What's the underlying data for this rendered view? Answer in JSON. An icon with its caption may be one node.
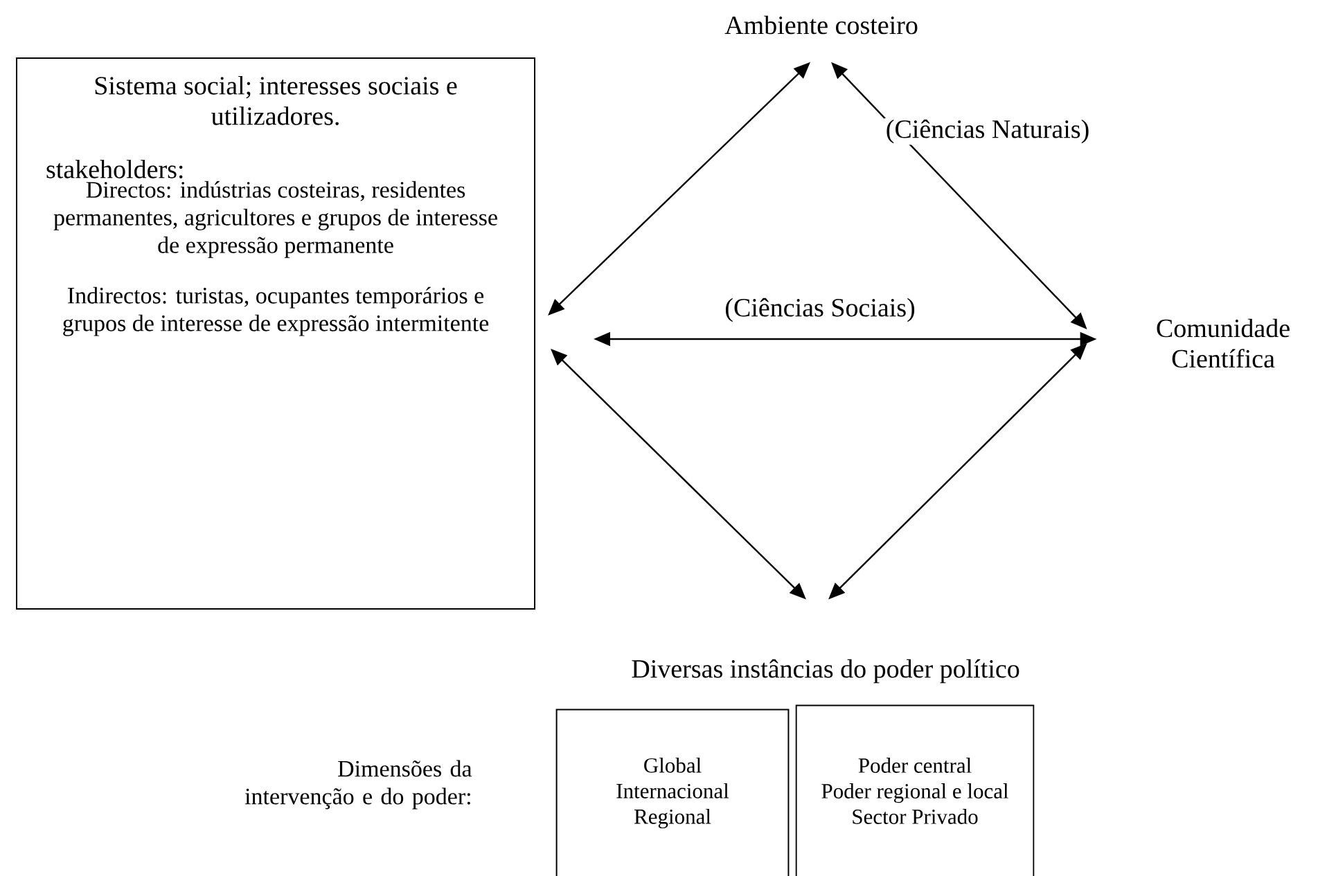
{
  "diagram": {
    "nodes": [
      {
        "text": [
          "Sistema social; interesses sociais e utilizadores.",
          "stakeholders:",
          "Directos: indústrias costeiras, residentes permanentes, agricultores e grupos de interesse de expressão permanente",
          "Indirectos: turistas, ocupantes temporários e grupos de interesse de expressão intermitente"
        ]
      },
      {
        "text": [
          "Ambiente costeiro"
        ]
      },
      {
        "text": [
          "Comunidade Científica"
        ]
      },
      {
        "text": [
          "Diversas instâncias do poder político"
        ]
      },
      {
        "text": [
          "Global",
          "Internacional",
          "Regional"
        ]
      },
      {
        "text": [
          "Poder central",
          "Poder regional e local",
          "Sector Privado"
        ]
      }
    ],
    "edges": [
      {
        "from": 0,
        "to": 1,
        "arrow": "both"
      },
      {
        "from": 1,
        "to": 2,
        "arrow": "both",
        "label": "(Ciências Naturais)"
      },
      {
        "from": 0,
        "to": 2,
        "arrow": "both",
        "label": "(Ciências Sociais)"
      },
      {
        "from": 0,
        "to": 3,
        "arrow": "both"
      },
      {
        "from": 2,
        "to": 3,
        "arrow": "both"
      }
    ],
    "labels": [
      "Dimensões da intervenção e do poder:"
    ]
  }
}
